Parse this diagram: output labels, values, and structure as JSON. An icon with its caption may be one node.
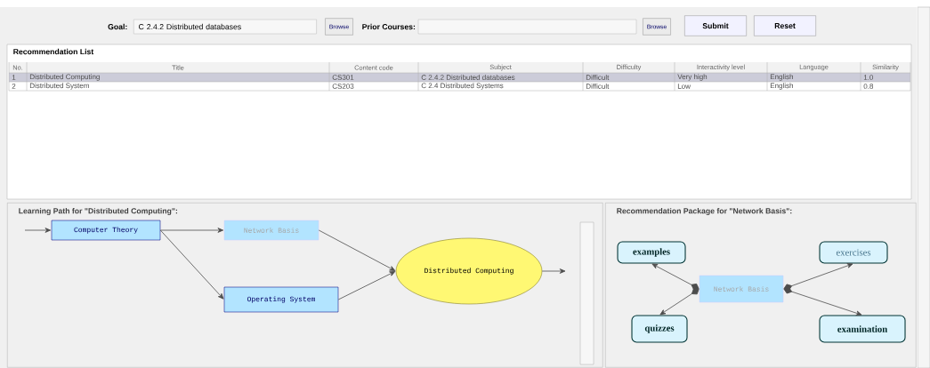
{
  "diagram": {
    "nodes": [
      {
        "text": [
          "Learning Path for \"Distributed Computing\":"
        ]
      },
      {
        "text": [
          "Computer Theory"
        ],
        "in": 0
      },
      {
        "text": [
          "Network Basis"
        ],
        "in": 0
      },
      {
        "text": [
          "Operating System"
        ],
        "in": 0
      },
      {
        "text": [
          "Distributed Computing"
        ],
        "in": 0
      },
      {
        "text": [
          "Recommendation Package for \"Network Basis\":"
        ]
      },
      {
        "text": [
          "examples"
        ],
        "in": 5
      },
      {
        "text": [
          "exercises"
        ],
        "in": 5
      },
      {
        "text": [
          "Network Basis"
        ],
        "in": 5
      },
      {
        "text": [
          "quizzes"
        ],
        "in": 5
      },
      {
        "text": [
          "examination"
        ],
        "in": 5
      }
    ],
    "edges": [
      {
        "from": null,
        "to": 1,
        "arrow": "to"
      },
      {
        "from": 1,
        "to": 2,
        "arrow": "to"
      },
      {
        "from": 1,
        "to": 3,
        "arrow": "to"
      },
      {
        "from": 2,
        "to": 4,
        "arrow": "to"
      },
      {
        "from": 3,
        "to": 4,
        "arrow": "to"
      },
      {
        "from": 4,
        "to": null,
        "arrow": "to"
      },
      {
        "from": 8,
        "to": 6,
        "arrow": "to"
      },
      {
        "from": 8,
        "to": 7,
        "arrow": "to"
      },
      {
        "from": 8,
        "to": 9,
        "arrow": "to"
      },
      {
        "from": 8,
        "to": 10,
        "arrow": "to"
      }
    ],
    "labels": [
      "Goal:",
      "C 2.4.2 Distributed databases",
      "Browse",
      "Prior Courses:",
      "Browse",
      "Submit",
      "Reset",
      "Recommendation List",
      "No.",
      "Title",
      "Content code",
      "Subject",
      "Difficulty",
      "Interactivity level",
      "Language",
      "Similarity",
      "1",
      "Distributed Computing",
      "CS301",
      "C 2.4.2 Distributed databases",
      "Difficult",
      "Very high",
      "English",
      "1.0",
      "2",
      "Distributed System",
      "CS203",
      "C 2.4 Distributed Systems",
      "Difficult",
      "Low",
      "English",
      "0.8"
    ]
  }
}
